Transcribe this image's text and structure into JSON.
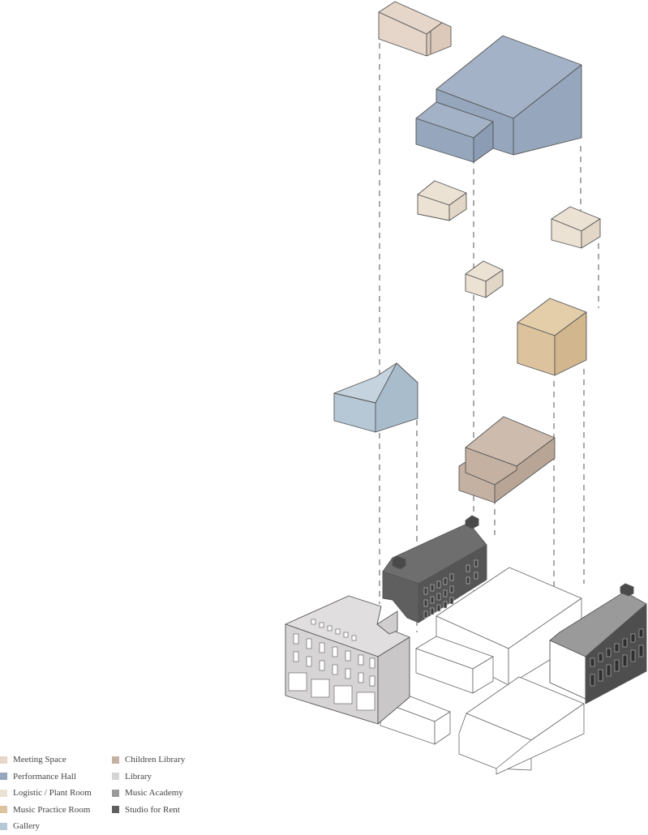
{
  "colors": {
    "meeting_space": "#e6d6c9",
    "performance_hall": "#95a6bd",
    "logistic_plant_room": "#ece2d4",
    "music_practice_room": "#dcc39d",
    "gallery": "#b6c8d6",
    "children_library": "#c4b1a2",
    "library": "#d6d4d5",
    "music_academy": "#9a9a9a",
    "studio_for_rent": "#5f5f5f"
  },
  "legend": [
    {
      "label": "Meeting Space",
      "color": "#e6d6c9"
    },
    {
      "label": "Performance Hall",
      "color": "#95a6bd"
    },
    {
      "label": "Logistic / Plant Room",
      "color": "#ece2d4"
    },
    {
      "label": "Music Practice Room",
      "color": "#dcc39d"
    },
    {
      "label": "Gallery",
      "color": "#b6c8d6"
    },
    {
      "label": "Children Library",
      "color": "#c4b1a2"
    },
    {
      "label": "Library",
      "color": "#d6d4d5"
    },
    {
      "label": "Music Academy",
      "color": "#9a9a9a"
    },
    {
      "label": "Studio for Rent",
      "color": "#5f5f5f"
    }
  ]
}
